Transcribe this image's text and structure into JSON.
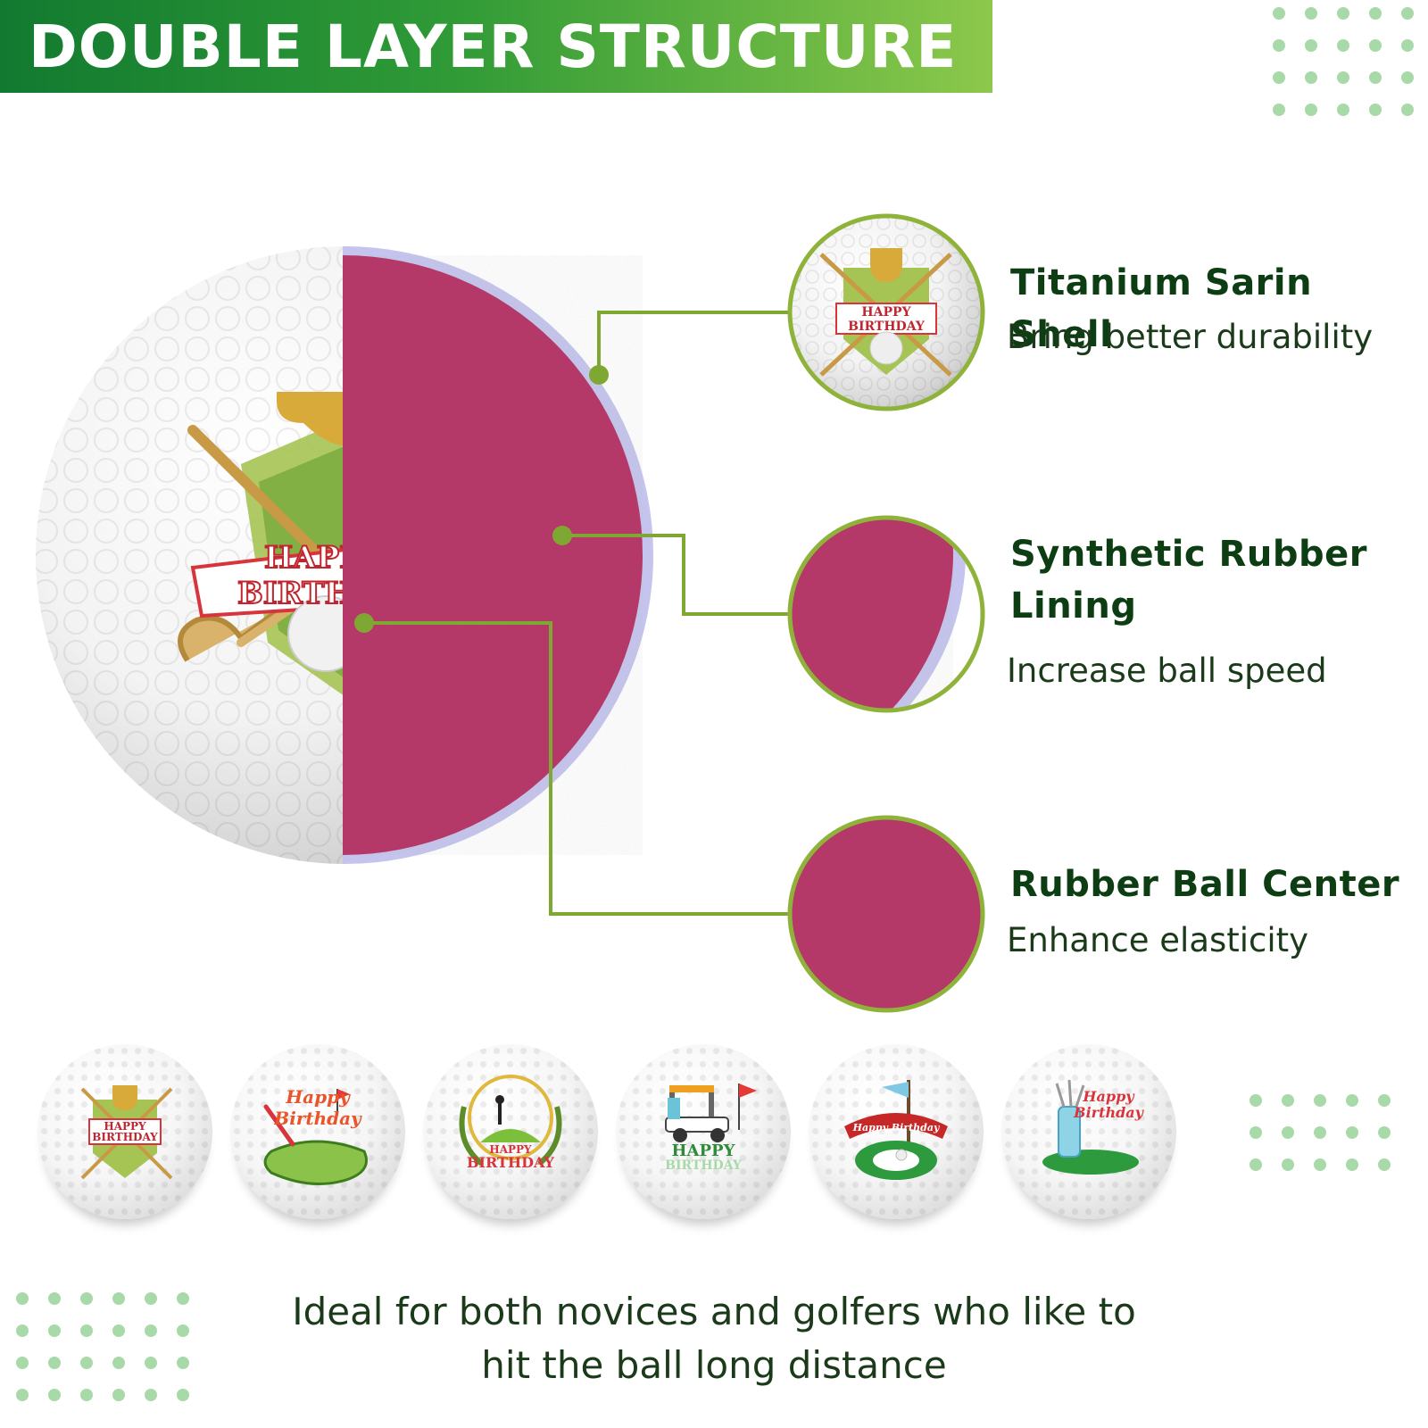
{
  "banner": {
    "title": "DOUBLE LAYER STRUCTURE"
  },
  "big_ball": {
    "label_top": "HAPP",
    "label_bottom": "BIRTH"
  },
  "features": [
    {
      "title": "Titanium Sarin Shell",
      "desc": "Bring better durability",
      "badge_top": "HAPPY",
      "badge_bottom": "BIRTHDAY"
    },
    {
      "title": "Synthetic Rubber Lining",
      "desc": "Increase ball speed"
    },
    {
      "title": "Rubber Ball Center",
      "desc": "Enhance elasticity"
    }
  ],
  "balls": [
    {
      "line1": "HAPPY",
      "line2": "BIRTHDAY"
    },
    {
      "line1": "Happy",
      "line2": "Birthday"
    },
    {
      "line1": "HAPPY",
      "line2": "BIRTHDAY"
    },
    {
      "line1": "HAPPY",
      "line2": "BIRTHDAY"
    },
    {
      "line1": "Happy Birthday",
      "line2": ""
    },
    {
      "line1": "Happy",
      "line2": "Birthday"
    }
  ],
  "footer": {
    "line1": "Ideal for both novices and golfers who like to",
    "line2": "hit the ball long distance"
  },
  "colors": {
    "green_dark": "#127a30",
    "green_light": "#8cc84b",
    "accent_line": "#7fa832",
    "core": "#b83a6a",
    "lining": "#c4c4ee",
    "dots": "#a8d9a8"
  }
}
